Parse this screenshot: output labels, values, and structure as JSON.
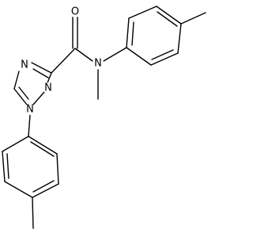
{
  "molecule": {
    "atom_labels": {
      "carbonyl_oxygen": "O",
      "amide_nitrogen": "N",
      "triazole_n4": "N",
      "triazole_n2": "N",
      "triazole_n1": "N"
    }
  }
}
